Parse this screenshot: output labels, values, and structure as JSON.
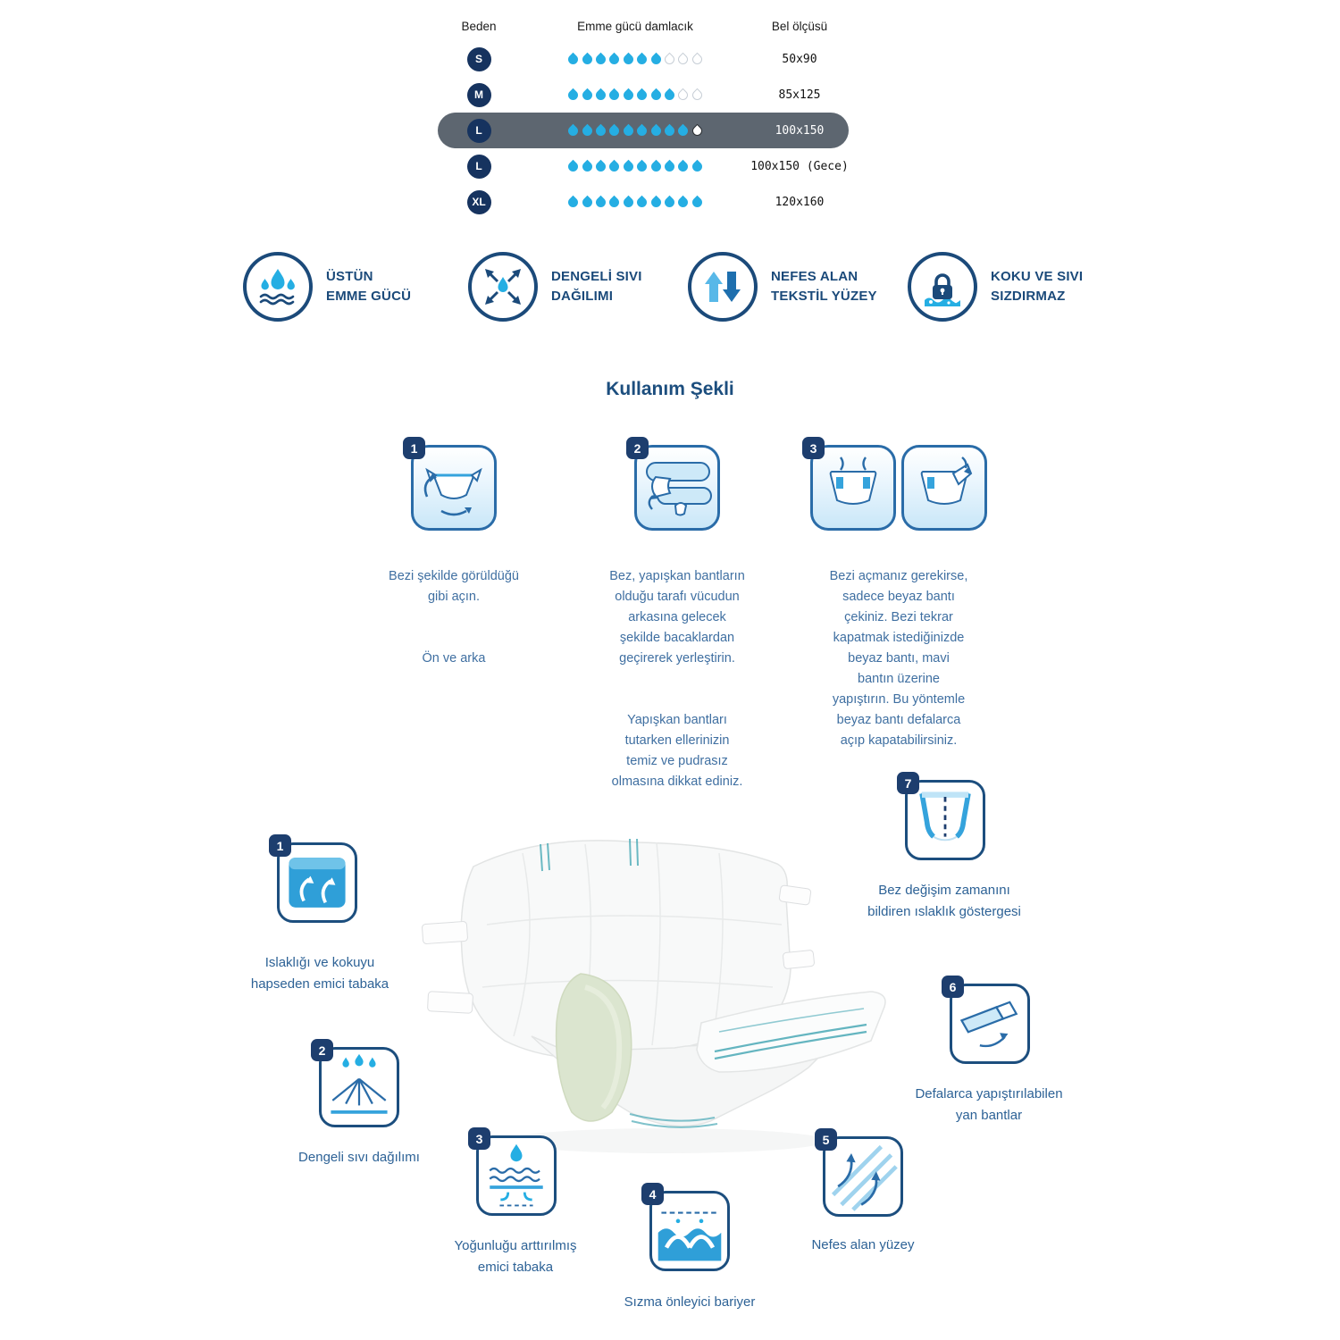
{
  "size_table": {
    "headers": {
      "size": "Beden",
      "absorption": "Emme gücü damlacık",
      "waist": "Bel ölçüsü"
    },
    "rows": [
      {
        "size": "S",
        "filled": 7,
        "total": 10,
        "waist": "50x90",
        "highlighted": false
      },
      {
        "size": "M",
        "filled": 8,
        "total": 10,
        "waist": "85x125",
        "highlighted": false
      },
      {
        "size": "L",
        "filled": 9,
        "total": 10,
        "waist": "100x150",
        "highlighted": true
      },
      {
        "size": "L",
        "filled": 10,
        "total": 10,
        "waist": "100x150 (Gece)",
        "highlighted": false
      },
      {
        "size": "XL",
        "filled": 10,
        "total": 10,
        "waist": "120x160",
        "highlighted": false
      }
    ]
  },
  "features": {
    "items": [
      {
        "icon": "absorption-icon",
        "label": "ÜSTÜN\nEMME GÜCÜ"
      },
      {
        "icon": "distribution-icon",
        "label": "DENGELİ SIVI\nDAĞILIMI"
      },
      {
        "icon": "breathable-icon",
        "label": "NEFES ALAN\nTEKSTİL YÜZEY"
      },
      {
        "icon": "leakproof-lock-icon",
        "label": "KOKU VE SIVI\nSIZDIRMAZ"
      }
    ]
  },
  "usage": {
    "title": "Kullanım Şekli",
    "steps": [
      {
        "number": "1",
        "paragraphs": [
          "Bezi şekilde görüldüğü\ngibi açın.",
          "Ön ve arka"
        ]
      },
      {
        "number": "2",
        "paragraphs": [
          "Bez, yapışkan bantların\nolduğu tarafı vücudun\narkasına gelecek\nşekilde bacaklardan\ngeçirerek yerleştirin.",
          "Yapışkan bantları\ntutarken ellerinizin\ntemiz ve pudrasız\nolmasına dikkat ediniz."
        ]
      },
      {
        "number": "3",
        "paragraphs": [
          "Bezi açmanız gerekirse,\nsadece beyaz bantı\nçekiniz. Bezi tekrar\nkapatmak istediğinizde\nbeyaz bantı, mavi\nbantın üzerine\nyapıştırın. Bu yöntemle\nbeyaz bantı defalarca\naçıp kapatabilirsiniz."
        ]
      }
    ]
  },
  "product_diagram": {
    "callouts": [
      {
        "number": "1",
        "label": "Islaklığı ve kokuyu\nhapseden emici tabaka"
      },
      {
        "number": "2",
        "label": "Dengeli sıvı dağılımı"
      },
      {
        "number": "3",
        "label": "Yoğunluğu arttırılmış\nemici tabaka"
      },
      {
        "number": "4",
        "label": "Sızma önleyici bariyer"
      },
      {
        "number": "5",
        "label": "Nefes alan yüzey"
      },
      {
        "number": "6",
        "label": "Defalarca yapıştırılabilen\nyan bantlar"
      },
      {
        "number": "7",
        "label": "Bez değişim zamanını\nbildiren ıslaklık göstergesi"
      }
    ]
  },
  "colors": {
    "droplet_fill": "#25aee3",
    "droplet_empty_border": "#c7ced6",
    "highlight_row_bg": "#5d6670",
    "size_badge_bg": "#16335f",
    "navy": "#1b4a7a",
    "body_text_blue": "#3f6fa1"
  }
}
